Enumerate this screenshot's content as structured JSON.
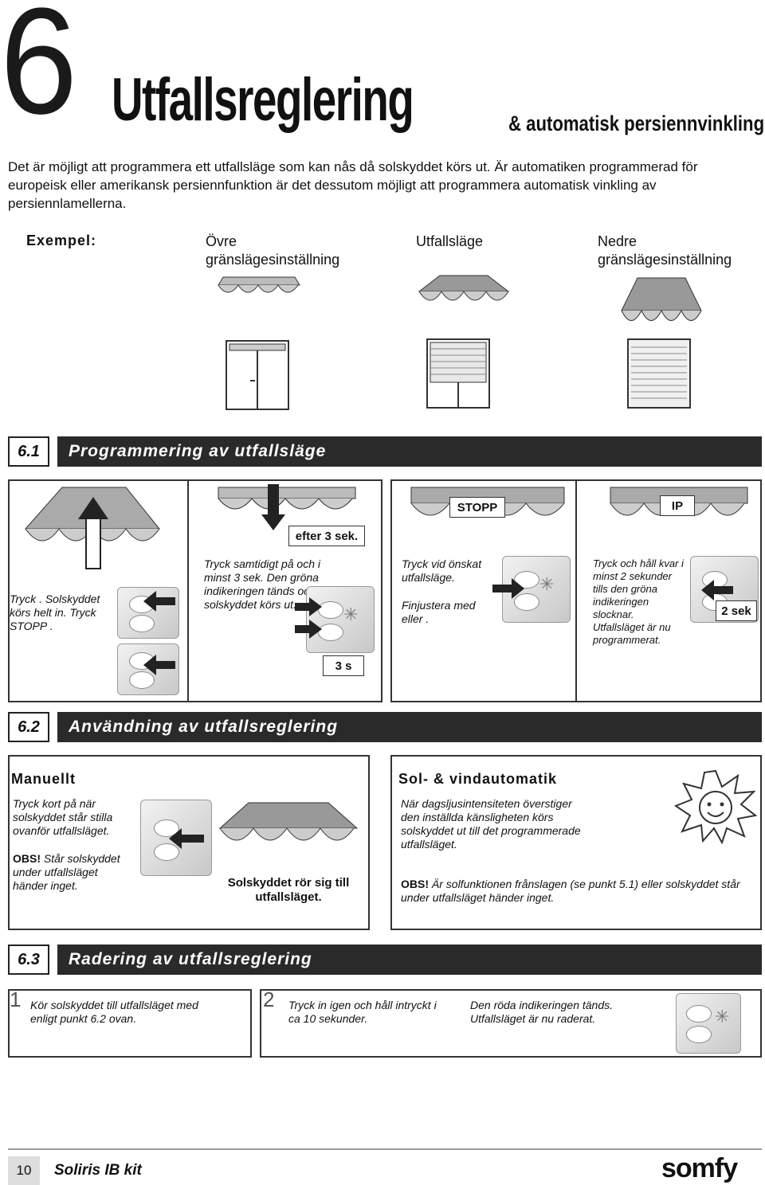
{
  "header": {
    "chapter_number": "6",
    "title": "Utfallsreglering",
    "subtitle": "& automatisk persiennvinkling",
    "intro": "Det är möjligt att programmera ett utfallsläge som kan nås då solskyddet körs ut. Är automatiken programmerad för europeisk eller amerikansk persiennfunktion är det dessutom möjligt att programmera automatisk vinkling av persiennlamellerna."
  },
  "example": {
    "label": "Exempel:",
    "col1": "Övre gränslägesinställning",
    "col2": "Utfallsläge",
    "col3": "Nedre gränslägesinställning"
  },
  "sec1": {
    "num": "6.1",
    "title": "Programmering av utfallsläge",
    "step1": "Tryck . Solskyddet körs helt in. Tryck STOPP .",
    "step2": "Tryck samtidigt på och i minst 3 sek. Den gröna indikeringen tänds och solskyddet körs ut.",
    "tag_after": "efter 3 sek.",
    "tag_3s": "3 s",
    "step3": "Tryck vid önskat utfallsläge.",
    "step3b": "Finjustera med eller .",
    "tag_stopp": "STOPP",
    "step4": "Tryck och håll kvar i minst 2 sekunder tills den gröna indikeringen slocknar. Utfallsläget är nu programmerat.",
    "tag_ip": "IP",
    "tag_2sek": "2 sek"
  },
  "sec2": {
    "num": "6.2",
    "title": "Användning av utfallsreglering",
    "manual_head": "Manuellt",
    "manual_text": "Tryck kort på när solskyddet står stilla ovanför utfallsläget.",
    "manual_obs_bold": "OBS!",
    "manual_obs": " Står solskyddet under utfallsläget händer inget.",
    "manual_caption": "Solskyddet rör sig till utfallsläget.",
    "auto_head": "Sol- & vindautomatik",
    "auto_text": "När dagsljusintensiteten överstiger den inställda känsligheten körs solskyddet ut till det programmerade utfallsläget.",
    "auto_obs_bold": "OBS!",
    "auto_obs": " Är solfunktionen frånslagen (se punkt 5.1) eller solskyddet står under utfallsläget händer inget."
  },
  "sec3": {
    "num": "6.3",
    "title": "Radering av utfallsreglering",
    "s1_num": "1",
    "s1_text": "Kör solskyddet till utfallsläget med enligt punkt 6.2 ovan.",
    "s2_num": "2",
    "s2_text": "Tryck in igen och håll intryckt i ca 10 sekunder.",
    "s2_result": "Den röda indikeringen tänds. Utfallsläget är nu raderat."
  },
  "footer": {
    "page": "10",
    "product": "Soliris IB kit",
    "brand": "somfy"
  }
}
